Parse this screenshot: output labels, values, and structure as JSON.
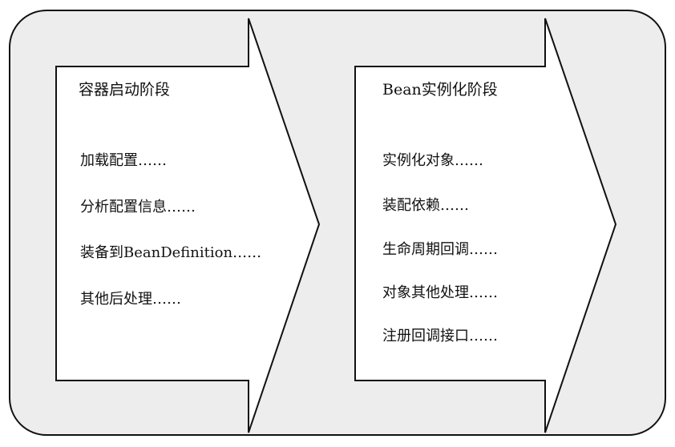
{
  "colors": {
    "background_panel": "#ededed",
    "arrow_fill": "#ffffff",
    "stroke": "#111111"
  },
  "left_phase": {
    "title": "容器启动阶段",
    "items": [
      "加载配置……",
      "分析配置信息……",
      "装备到BeanDefinition……",
      "其他后处理……"
    ]
  },
  "right_phase": {
    "title": "Bean实例化阶段",
    "items": [
      "实例化对象……",
      "装配依赖……",
      "生命周期回调……",
      "对象其他处理……",
      "注册回调接口……"
    ]
  }
}
